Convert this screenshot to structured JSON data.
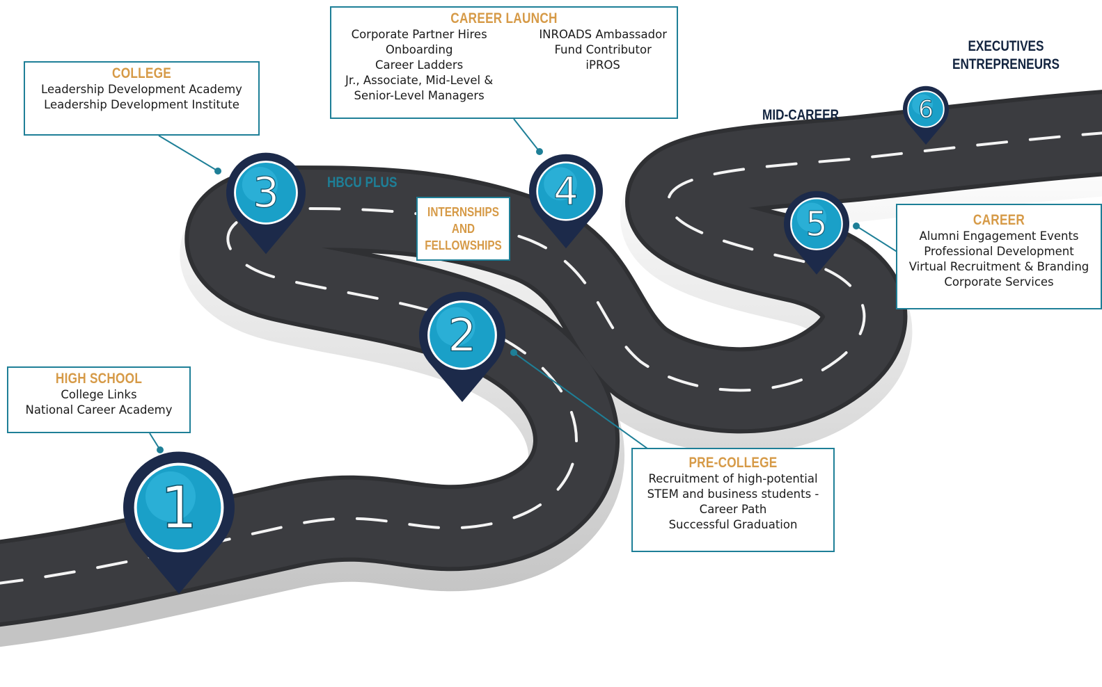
{
  "colors": {
    "teal": "#1e7f97",
    "gold": "#d69a47",
    "navy": "#13243f",
    "road": "#2f3033",
    "pin_fill": "#1aa0c8"
  },
  "markers": [
    {
      "number": "1",
      "icon": "map-pin-icon"
    },
    {
      "number": "2",
      "icon": "map-pin-icon"
    },
    {
      "number": "3",
      "icon": "map-pin-icon"
    },
    {
      "number": "4",
      "icon": "map-pin-icon"
    },
    {
      "number": "5",
      "icon": "map-pin-icon"
    },
    {
      "number": "6",
      "icon": "map-pin-icon"
    }
  ],
  "boxes": {
    "high_school": {
      "title": "HIGH SCHOOL",
      "lines": [
        "College Links",
        "National Career Academy"
      ]
    },
    "college": {
      "title": "COLLEGE",
      "lines": [
        "Leadership Development Academy",
        "Leadership Development Institute"
      ]
    },
    "career_launch": {
      "title": "CAREER LAUNCH",
      "left": [
        "Corporate Partner Hires",
        "Onboarding",
        "Career Ladders",
        "Jr., Associate, Mid-Level &",
        "Senior-Level Managers"
      ],
      "right": [
        "INROADS Ambassador",
        "Fund Contributor",
        "iPROS"
      ]
    },
    "pre_college": {
      "title": "PRE-COLLEGE",
      "lines": [
        "Recruitment of high-potential",
        "STEM and business students -",
        "Career Path",
        "Successful Graduation"
      ]
    },
    "career": {
      "title": "CAREER",
      "lines": [
        "Alumni Engagement Events",
        "Professional Development",
        "Virtual Recruitment & Branding",
        "Corporate Services"
      ]
    }
  },
  "stages": {
    "hbcu_plus": "HBCU PLUS",
    "internships": [
      "INTERNSHIPS",
      "AND",
      "FELLOWSHIPS"
    ],
    "mid_career": "MID-CAREER",
    "executives": [
      "EXECUTIVES",
      "ENTREPRENEURS"
    ]
  }
}
